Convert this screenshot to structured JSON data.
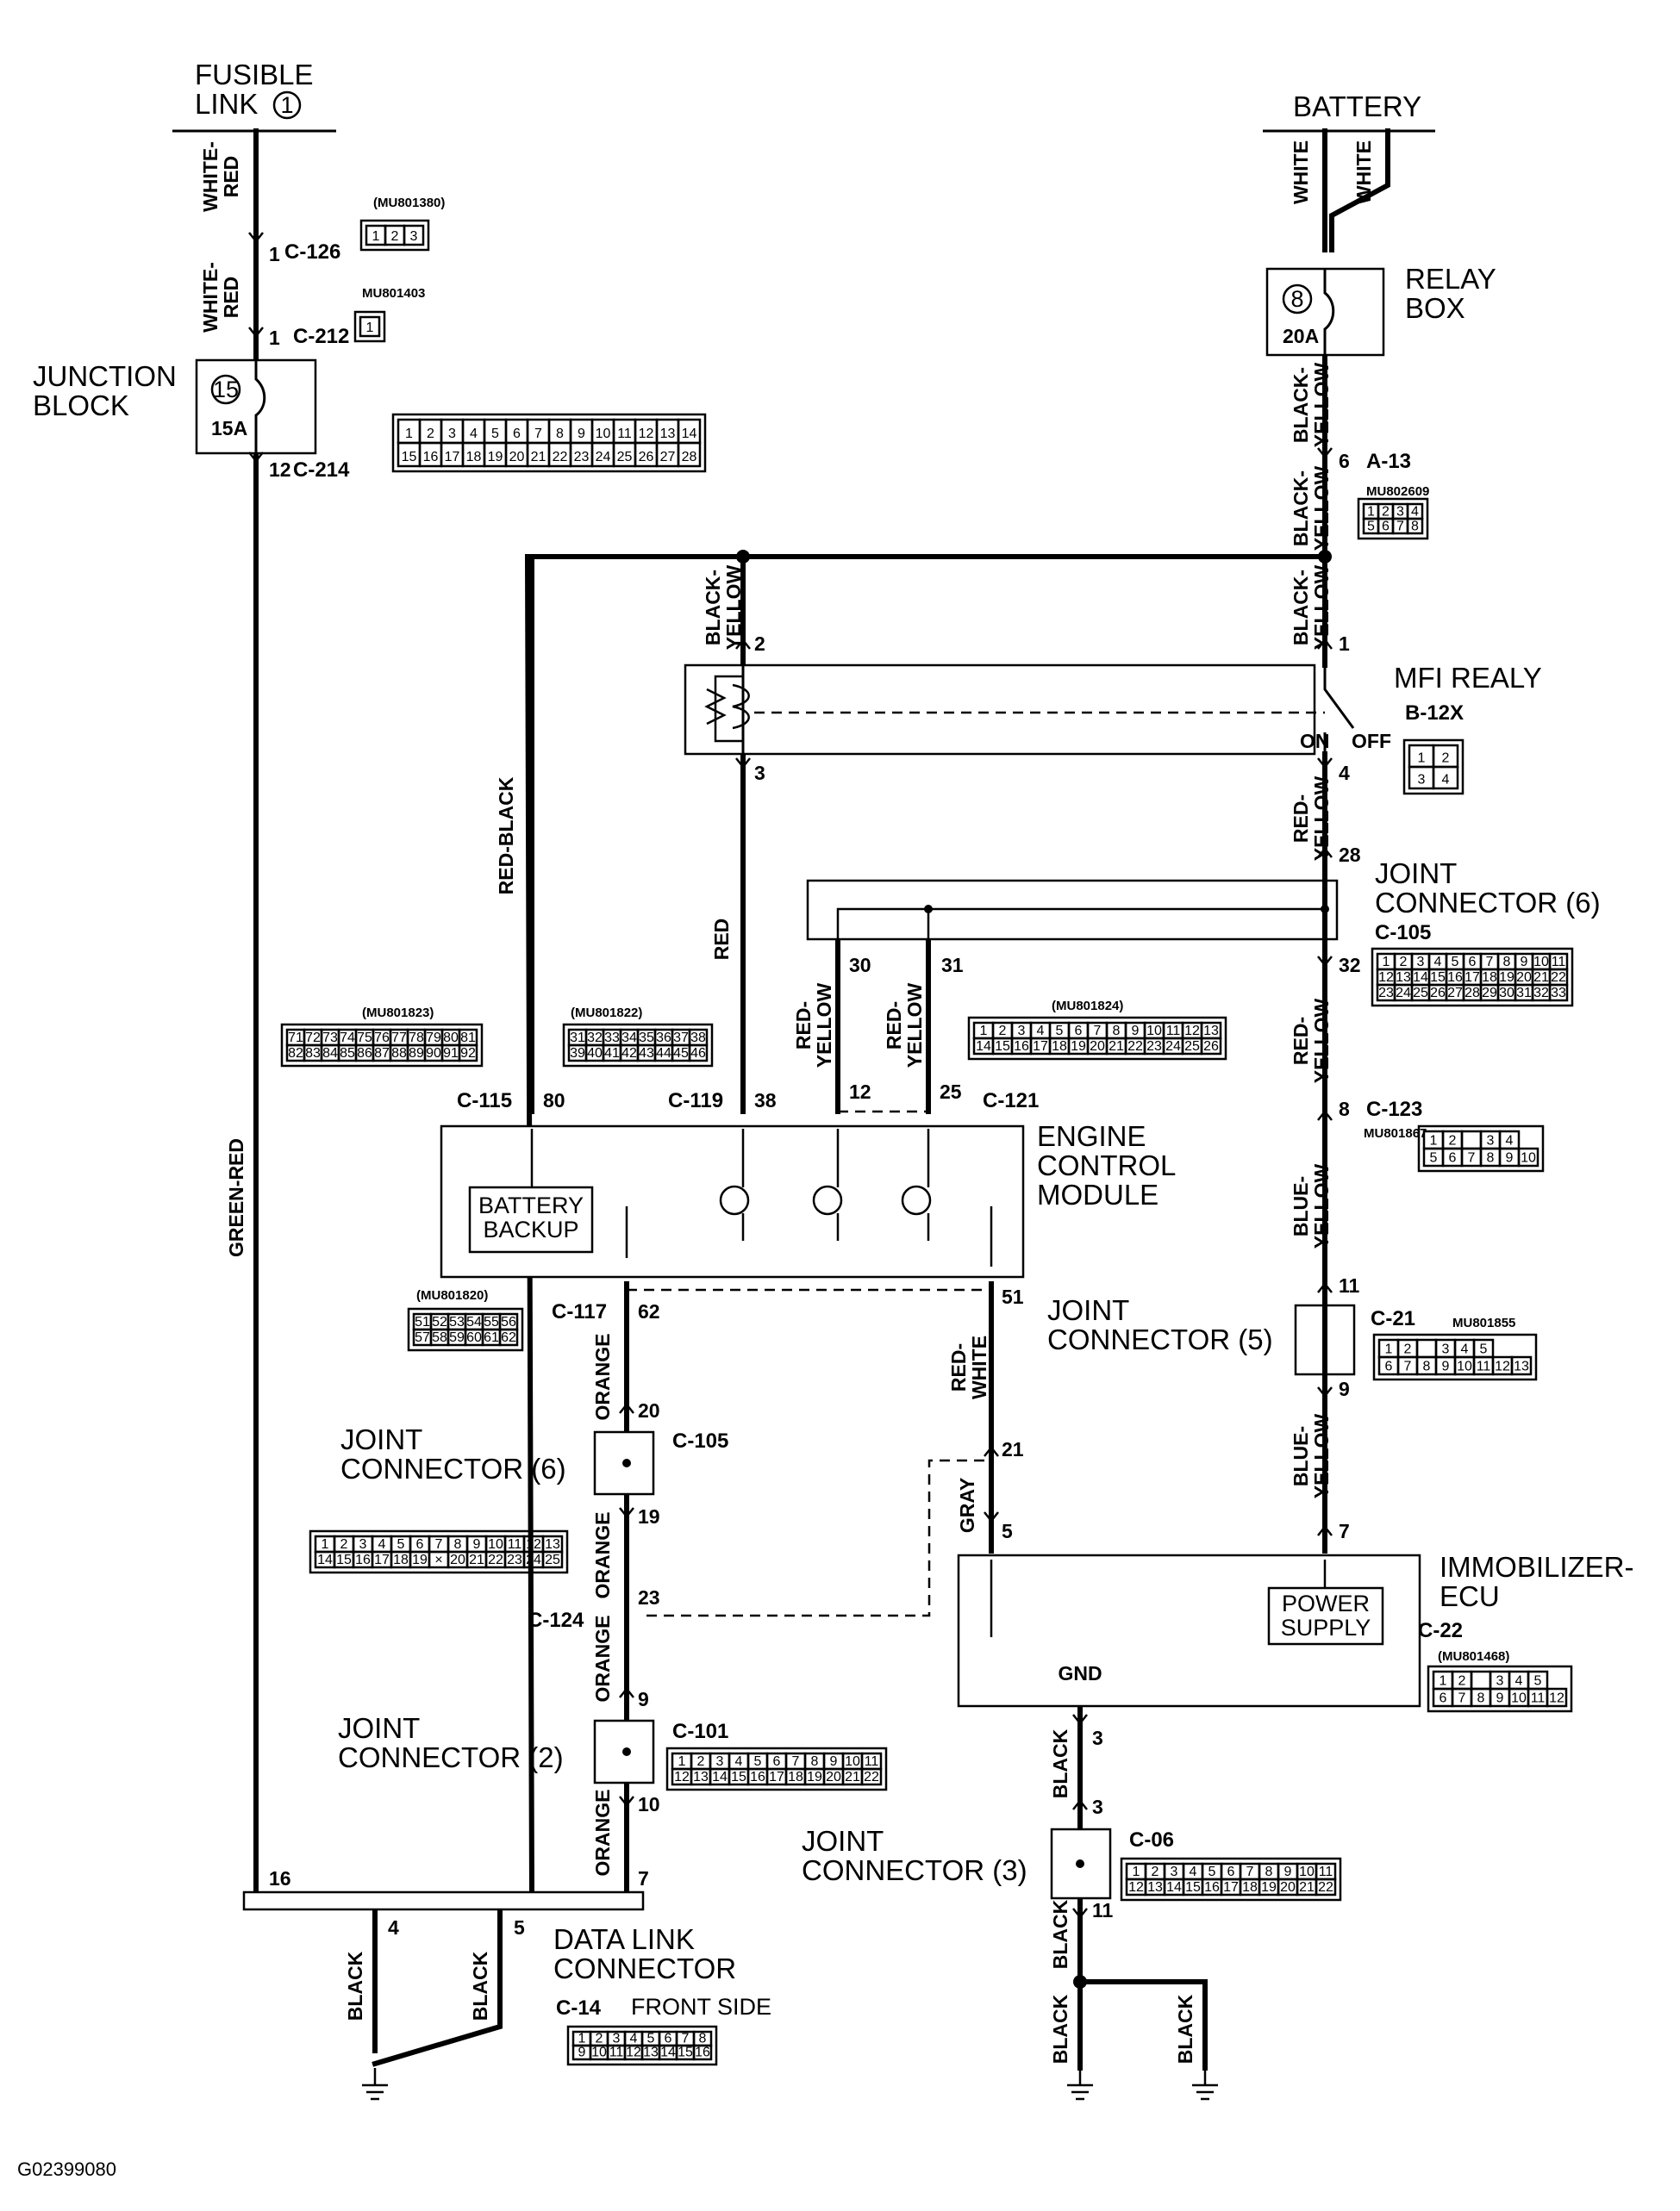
{
  "labels": {
    "fusible_link": "FUSIBLE\nLINK",
    "fusible_num": "1",
    "battery": "BATTERY",
    "relay_box": "RELAY\nBOX",
    "relay_fuse_num": "8",
    "relay_fuse_amp": "20A",
    "junction_block": "JUNCTION\nBLOCK",
    "jb_fuse_num": "15",
    "jb_fuse_amp": "15A",
    "mfi_relay": "MFI REALY",
    "mfi_relay_conn": "B-12X",
    "on": "ON",
    "off": "OFF",
    "jc6_top": "JOINT\nCONNECTOR (6)",
    "ecm": "ENGINE\nCONTROL\nMODULE",
    "battery_backup": "BATTERY\nBACKUP",
    "jc5": "JOINT\nCONNECTOR (5)",
    "jc6_left": "JOINT\nCONNECTOR (6)",
    "jc2": "JOINT\nCONNECTOR (2)",
    "jc3": "JOINT\nCONNECTOR (3)",
    "immobilizer": "IMMOBILIZER-\nECU",
    "immobilizer_conn": "C-22",
    "power_supply": "POWER\nSUPPLY",
    "gnd": "GND",
    "dlc": "DATA LINK\nCONNECTOR",
    "dlc_conn": "C-14",
    "front_side": "FRONT SIDE",
    "figure_id": "G02399080"
  },
  "connectors": {
    "c126": "C-126",
    "c212": "C-212",
    "c214": "C-214",
    "a13": "A-13",
    "c105_top": "C-105",
    "c115": "C-115",
    "c119": "C-119",
    "c121": "C-121",
    "c123": "C-123",
    "c117": "C-117",
    "c21": "C-21",
    "c105": "C-105",
    "c124": "C-124",
    "c101": "C-101",
    "c06": "C-06"
  },
  "part_numbers": {
    "c126": "(MU801380)",
    "c212": "MU801403",
    "a13": "MU802609",
    "c115": "(MU801823)",
    "c119": "(MU801822)",
    "c121": "(MU801824)",
    "c123": "MU801867",
    "c117": "(MU801820)",
    "c21": "MU801855",
    "c22": "(MU801468)"
  },
  "pins": {
    "p1a": "1",
    "p1b": "1",
    "p12": "12",
    "p6": "6",
    "p2": "2",
    "p1r": "1",
    "p3": "3",
    "p4": "4",
    "p28": "28",
    "p30": "30",
    "p31": "31",
    "p32": "32",
    "p80": "80",
    "p38": "38",
    "p12e": "12",
    "p25": "25",
    "p8": "8",
    "p62": "62",
    "p51": "51",
    "p11": "11",
    "p9r": "9",
    "p20": "20",
    "p21": "21",
    "p19": "19",
    "p5": "5",
    "p7r": "7",
    "p23": "23",
    "p9": "9",
    "p10": "10",
    "p16": "16",
    "p7": "7",
    "p4d": "4",
    "p5d": "5",
    "p3g": "3",
    "p3b": "3",
    "p11b": "11"
  },
  "wire_colors": {
    "white_red_1": "WHITE-\nRED",
    "white_red_2": "WHITE-\nRED",
    "white_1": "WHITE",
    "white_2": "WHITE",
    "by_1": "BLACK-\nYELLOW",
    "by_2": "BLACK-\nYELLOW",
    "by_3": "BLACK-\nYELLOW",
    "by_4": "BLACK-\nYELLOW",
    "red_black": "RED-BLACK",
    "red": "RED",
    "ry_1": "RED-\nYELLOW",
    "ry_2": "RED-\nYELLOW",
    "ry_3": "RED-\nYELLOW",
    "ry_4": "RED-\nYELLOW",
    "green_red": "GREEN-RED",
    "blue_yellow_1": "BLUE-\nYELLOW",
    "blue_yellow_2": "BLUE-\nYELLOW",
    "orange_1": "ORANGE",
    "orange_2": "ORANGE",
    "orange_3": "ORANGE",
    "orange_4": "ORANGE",
    "red_white": "RED-\nWHITE",
    "gray": "GRAY",
    "black_1": "BLACK",
    "black_2": "BLACK",
    "black_3": "BLACK",
    "black_4": "BLACK",
    "black_5": "BLACK",
    "black_6": "BLACK"
  },
  "connector_faces": {
    "c126": [
      [
        "1",
        "2",
        "3"
      ]
    ],
    "c212": [
      [
        "1"
      ]
    ],
    "c214": [
      [
        "1",
        "2",
        "3",
        "4",
        "5",
        "6",
        "7",
        "8",
        "9",
        "10",
        "11",
        "12",
        "13",
        "14"
      ],
      [
        "15",
        "16",
        "17",
        "18",
        "19",
        "20",
        "21",
        "22",
        "23",
        "24",
        "25",
        "26",
        "27",
        "28"
      ]
    ],
    "a13": [
      [
        "1",
        "2",
        "3",
        "4"
      ],
      [
        "5",
        "6",
        "7",
        "8"
      ]
    ],
    "b12x": [
      [
        "1",
        "2"
      ],
      [
        "3",
        "4"
      ]
    ],
    "c105_33": [
      [
        "1",
        "2",
        "3",
        "4",
        "5",
        "6",
        "7",
        "8",
        "9",
        "10",
        "11"
      ],
      [
        "12",
        "13",
        "14",
        "15",
        "16",
        "17",
        "18",
        "19",
        "20",
        "21",
        "22"
      ],
      [
        "23",
        "24",
        "25",
        "26",
        "27",
        "28",
        "29",
        "30",
        "31",
        "32",
        "33"
      ]
    ],
    "c115": [
      [
        "71",
        "72",
        "73",
        "74",
        "75",
        "76",
        "77",
        "78",
        "79",
        "80",
        "81"
      ],
      [
        "82",
        "83",
        "84",
        "85",
        "86",
        "87",
        "88",
        "89",
        "90",
        "91",
        "92"
      ]
    ],
    "c119": [
      [
        "31",
        "32",
        "33",
        "34",
        "35",
        "36",
        "37",
        "38"
      ],
      [
        "39",
        "40",
        "41",
        "42",
        "43",
        "44",
        "45",
        "46"
      ]
    ],
    "c121": [
      [
        "1",
        "2",
        "3",
        "4",
        "5",
        "6",
        "7",
        "8",
        "9",
        "10",
        "11",
        "12",
        "13"
      ],
      [
        "14",
        "15",
        "16",
        "17",
        "18",
        "19",
        "20",
        "21",
        "22",
        "23",
        "24",
        "25",
        "26"
      ]
    ],
    "c123": [
      [
        "1",
        "2",
        "",
        "3",
        "4"
      ],
      [
        "5",
        "6",
        "7",
        "8",
        "9",
        "10"
      ]
    ],
    "c117": [
      [
        "51",
        "52",
        "53",
        "54",
        "55",
        "56"
      ],
      [
        "57",
        "58",
        "59",
        "60",
        "61",
        "62"
      ]
    ],
    "c21": [
      [
        "1",
        "2",
        "",
        "3",
        "4",
        "5"
      ],
      [
        "6",
        "7",
        "8",
        "9",
        "10",
        "11",
        "12",
        "13"
      ]
    ],
    "c124": [
      [
        "1",
        "2",
        "3",
        "4",
        "5",
        "6",
        "7",
        "8",
        "9",
        "10",
        "11",
        "12",
        "13"
      ],
      [
        "14",
        "15",
        "16",
        "17",
        "18",
        "19",
        "×",
        "20",
        "21",
        "22",
        "23",
        "24",
        "25"
      ]
    ],
    "c101": [
      [
        "1",
        "2",
        "3",
        "4",
        "5",
        "6",
        "7",
        "8",
        "9",
        "10",
        "11"
      ],
      [
        "12",
        "13",
        "14",
        "15",
        "16",
        "17",
        "18",
        "19",
        "20",
        "21",
        "22"
      ]
    ],
    "c22": [
      [
        "1",
        "2",
        "",
        "3",
        "4",
        "5"
      ],
      [
        "6",
        "7",
        "8",
        "9",
        "10",
        "11",
        "12"
      ]
    ],
    "c06": [
      [
        "1",
        "2",
        "3",
        "4",
        "5",
        "6",
        "7",
        "8",
        "9",
        "10",
        "11"
      ],
      [
        "12",
        "13",
        "14",
        "15",
        "16",
        "17",
        "18",
        "19",
        "20",
        "21",
        "22"
      ]
    ],
    "c14": [
      [
        "1",
        "2",
        "3",
        "4",
        "5",
        "6",
        "7",
        "8"
      ],
      [
        "9",
        "10",
        "11",
        "12",
        "13",
        "14",
        "15",
        "16"
      ]
    ]
  }
}
